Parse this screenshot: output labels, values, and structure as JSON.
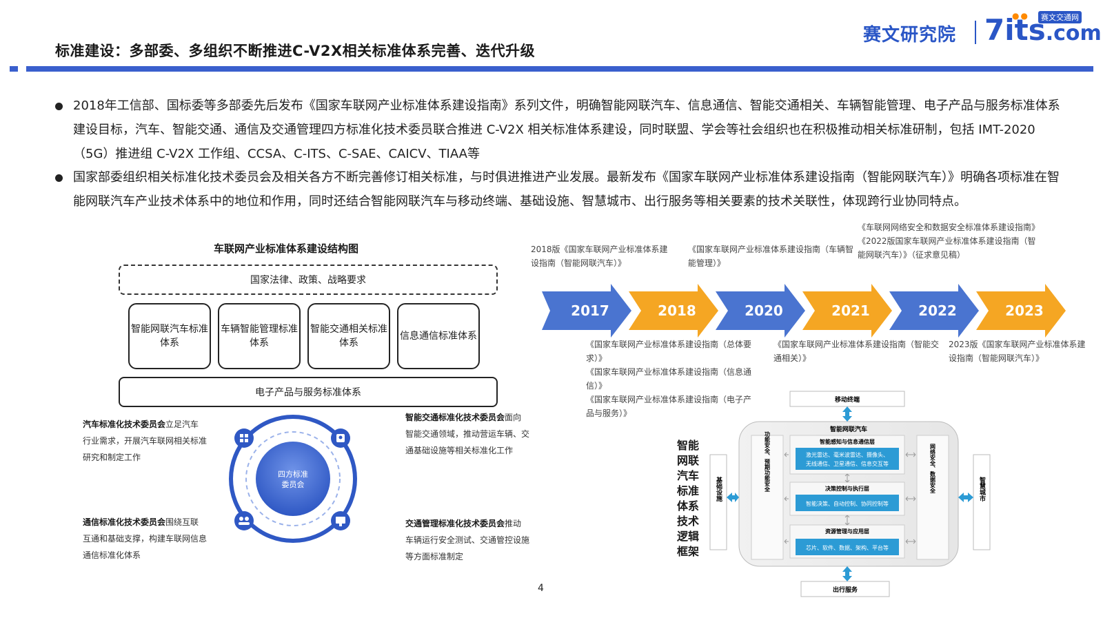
{
  "header": {
    "title": "标准建设：多部委、多组织不断推进C-V2X相关标准体系完善、迭代升级",
    "logo_cn": "赛文研究院",
    "logo_en_main": "7its",
    "logo_en_suffix": ".com",
    "logo_badge": "赛文交通网"
  },
  "bullets": [
    "2018年工信部、国标委等多部委先后发布《国家车联网产业标准体系建设指南》系列文件，明确智能网联汽车、信息通信、智能交通相关、车辆智能管理、电子产品与服务标准体系建设目标，汽车、智能交通、通信及交通管理四方标准化技术委员联合推进 C-V2X 相关标准体系建设，同时联盟、学会等社会组织也在积极推动相关标准研制，包括 IMT-2020（5G）推进组 C-V2X 工作组、CCSA、C-ITS、C-SAE、CAICV、TIAA等",
    "国家部委组织相关标准化技术委员会及相关各方不断完善修订相关标准，与时俱进推进产业发展。最新发布《国家车联网产业标准体系建设指南（智能网联汽车）》明确各项标准在智能网联汽车产业技术体系中的地位和作用，同时还结合智能网联汽车与移动终端、基础设施、智慧城市、出行服务等相关要素的技术关联性，体现跨行业协同特点。"
  ],
  "left_diagram": {
    "title": "车联网产业标准体系建设结构图",
    "law_box": "国家法律、政策、战略要求",
    "boxes": [
      "智能网联汽车标准体系",
      "车辆智能管理标准体系",
      "智能交通相关标准体系",
      "信息通信标准体系"
    ],
    "bottom_box": "电子产品与服务标准体系",
    "center": "四方标准委员会",
    "committees": [
      {
        "name": "汽车标准化技术委员会",
        "desc": "立足汽车行业需求，开展汽车联网相关标准研究和制定工作"
      },
      {
        "name": "智能交通标准化技术委员会",
        "desc": "面向智能交通领域，推动营运车辆、交通基础设施等相关标准化工作"
      },
      {
        "name": "通信标准化技术委员会",
        "desc": "围绕互联互通和基础支撑，构建车联网信息通信标准化体系"
      },
      {
        "name": "交通管理标准化技术委员会",
        "desc": "推动车辆运行安全测试、交通管控设施等方面标准制定"
      }
    ]
  },
  "timeline": {
    "years": [
      "2017",
      "2018",
      "2020",
      "2021",
      "2022",
      "2023"
    ],
    "colors": [
      "#4a74d0",
      "#f5a623"
    ],
    "top": [
      [
        "2018版《国家车联网产业标准体系建设指南（智能网联汽车）》"
      ],
      [
        "《国家车联网产业标准体系建设指南（车辆智能管理）》"
      ],
      [
        "《车联网网络安全和数据安全标准体系建设指南》",
        "《2022版国家车联网产业标准体系建设指南（智能网联汽车）》（征求意见稿）"
      ]
    ],
    "bottom": [
      [
        "《国家车联网产业标准体系建设指南（总体要求）》",
        "《国家车联网产业标准体系建设指南（信息通信）》",
        "《国家车联网产业标准体系建设指南（电子产品与服务）》"
      ],
      [
        "《国家车联网产业标准体系建设指南（智能交通相关）》"
      ],
      [
        "2023版《国家车联网产业标准体系建设指南（智能网联汽车）》"
      ]
    ]
  },
  "right_diagram": {
    "title": "智能网联汽车标准体系技术逻辑框架",
    "top_box": "移动终端",
    "bottom_box": "出行服务",
    "left_box": "基础设施",
    "right_box": "智慧城市",
    "main_title": "智能网联汽车",
    "left_side": "功能安全、预期功能安全",
    "right_side": "网络安全、数据安全",
    "layers": [
      {
        "title": "智能感知与信息通信层",
        "content": [
          "激光雷达、毫米波雷达、摄像头、",
          "无线通信、卫星通信、信息交互等"
        ]
      },
      {
        "title": "决策控制与执行层",
        "content": [
          "智能决策、自动控制、协同控制等"
        ]
      },
      {
        "title": "资源管理与应用层",
        "content": [
          "芯片、软件、数据、架构、平台等"
        ]
      }
    ]
  },
  "page_number": "4"
}
